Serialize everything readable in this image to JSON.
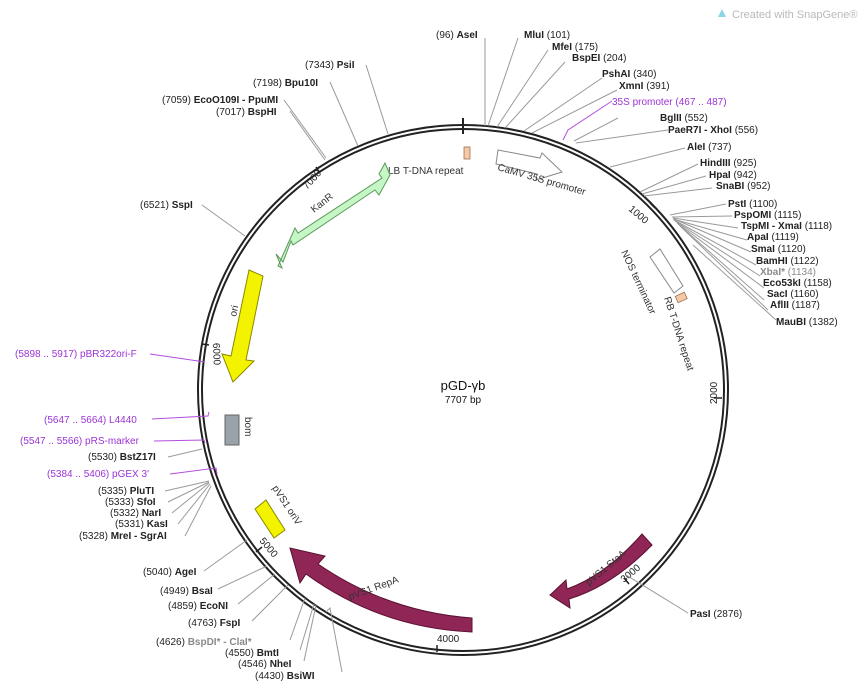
{
  "credit": "Created with SnapGene®",
  "plasmid": {
    "name": "pGD-γb",
    "size_text": "7707 bp"
  },
  "ticks": [
    "1000",
    "2000",
    "3000",
    "4000",
    "5000",
    "6000",
    "7000"
  ],
  "colors": {
    "backbone": "#222222",
    "leader": "#9a9a9a",
    "primer": "#9b33d6",
    "kanr": "#c6f5c6",
    "ori": "#f3f300",
    "repa": "#8f2656",
    "bom": "#9aa3aa",
    "tdna": "#f3c9a8",
    "promoter": "#ffffff"
  },
  "features": [
    {
      "id": "caMV35S",
      "label": "CaMV 35S promoter"
    },
    {
      "id": "lbTdna",
      "label": "LB T-DNA repeat"
    },
    {
      "id": "kanR",
      "label": "KanR"
    },
    {
      "id": "ori",
      "label": "ori"
    },
    {
      "id": "bom",
      "label": "bom"
    },
    {
      "id": "pvs1OriV",
      "label": "pVS1 oriV"
    },
    {
      "id": "pvs1RepA",
      "label": "pVS1 RepA"
    },
    {
      "id": "pvs1StaA",
      "label": "pVS1 StaA"
    },
    {
      "id": "nosTerm",
      "label": "NOS terminator"
    },
    {
      "id": "rbTdna",
      "label": "RB T-DNA repeat"
    }
  ],
  "sites": [
    {
      "pos": "(96)",
      "name": "AseI"
    },
    {
      "pos": "(101)",
      "name": "MluI"
    },
    {
      "pos": "(175)",
      "name": "MfeI"
    },
    {
      "pos": "(204)",
      "name": "BspEI"
    },
    {
      "pos": "(340)",
      "name": "PshAI"
    },
    {
      "pos": "(391)",
      "name": "XmnI"
    },
    {
      "pos": "(552)",
      "name": "BglII"
    },
    {
      "pos": "(556)",
      "name": "PaeR7I - XhoI"
    },
    {
      "pos": "(737)",
      "name": "AleI"
    },
    {
      "pos": "(925)",
      "name": "HindIII"
    },
    {
      "pos": "(942)",
      "name": "HpaI"
    },
    {
      "pos": "(952)",
      "name": "SnaBI"
    },
    {
      "pos": "(1100)",
      "name": "PstI"
    },
    {
      "pos": "(1115)",
      "name": "PspOMI"
    },
    {
      "pos": "(1118)",
      "name": "TspMI - XmaI"
    },
    {
      "pos": "(1119)",
      "name": "ApaI"
    },
    {
      "pos": "(1120)",
      "name": "SmaI"
    },
    {
      "pos": "(1122)",
      "name": "BamHI"
    },
    {
      "pos": "(1134)",
      "name": "XbaI*"
    },
    {
      "pos": "(1158)",
      "name": "Eco53kI"
    },
    {
      "pos": "(1160)",
      "name": "SacI"
    },
    {
      "pos": "(1187)",
      "name": "AflII"
    },
    {
      "pos": "(1382)",
      "name": "MauBI"
    },
    {
      "pos": "(2876)",
      "name": "PasI"
    },
    {
      "pos": "(4430)",
      "name": "BsiWI"
    },
    {
      "pos": "(4546)",
      "name": "NheI"
    },
    {
      "pos": "(4550)",
      "name": "BmtI"
    },
    {
      "pos": "(4626)",
      "name": "BspDI* - ClaI*"
    },
    {
      "pos": "(4763)",
      "name": "FspI"
    },
    {
      "pos": "(4859)",
      "name": "EcoNI"
    },
    {
      "pos": "(4949)",
      "name": "BsaI"
    },
    {
      "pos": "(5040)",
      "name": "AgeI"
    },
    {
      "pos": "(5328)",
      "name": "MreI - SgrAI"
    },
    {
      "pos": "(5331)",
      "name": "KasI"
    },
    {
      "pos": "(5332)",
      "name": "NarI"
    },
    {
      "pos": "(5333)",
      "name": "SfoI"
    },
    {
      "pos": "(5335)",
      "name": "PluTI"
    },
    {
      "pos": "(5530)",
      "name": "BstZ17I"
    },
    {
      "pos": "(6521)",
      "name": "SspI"
    },
    {
      "pos": "(7017)",
      "name": "BspHI"
    },
    {
      "pos": "(7059)",
      "name": "EcoO109I - PpuMI"
    },
    {
      "pos": "(7198)",
      "name": "Bpu10I"
    },
    {
      "pos": "(7343)",
      "name": "PsiI"
    }
  ],
  "primers": [
    {
      "label": "35S promoter",
      "range": "(467 .. 487)"
    },
    {
      "label": "pBR322ori-F",
      "range": "(5898 .. 5917)"
    },
    {
      "label": "L4440",
      "range": "(5647 .. 5664)"
    },
    {
      "label": "pRS-marker",
      "range": "(5547 .. 5566)"
    },
    {
      "label": "pGEX 3'",
      "range": "(5384 .. 5406)"
    }
  ]
}
